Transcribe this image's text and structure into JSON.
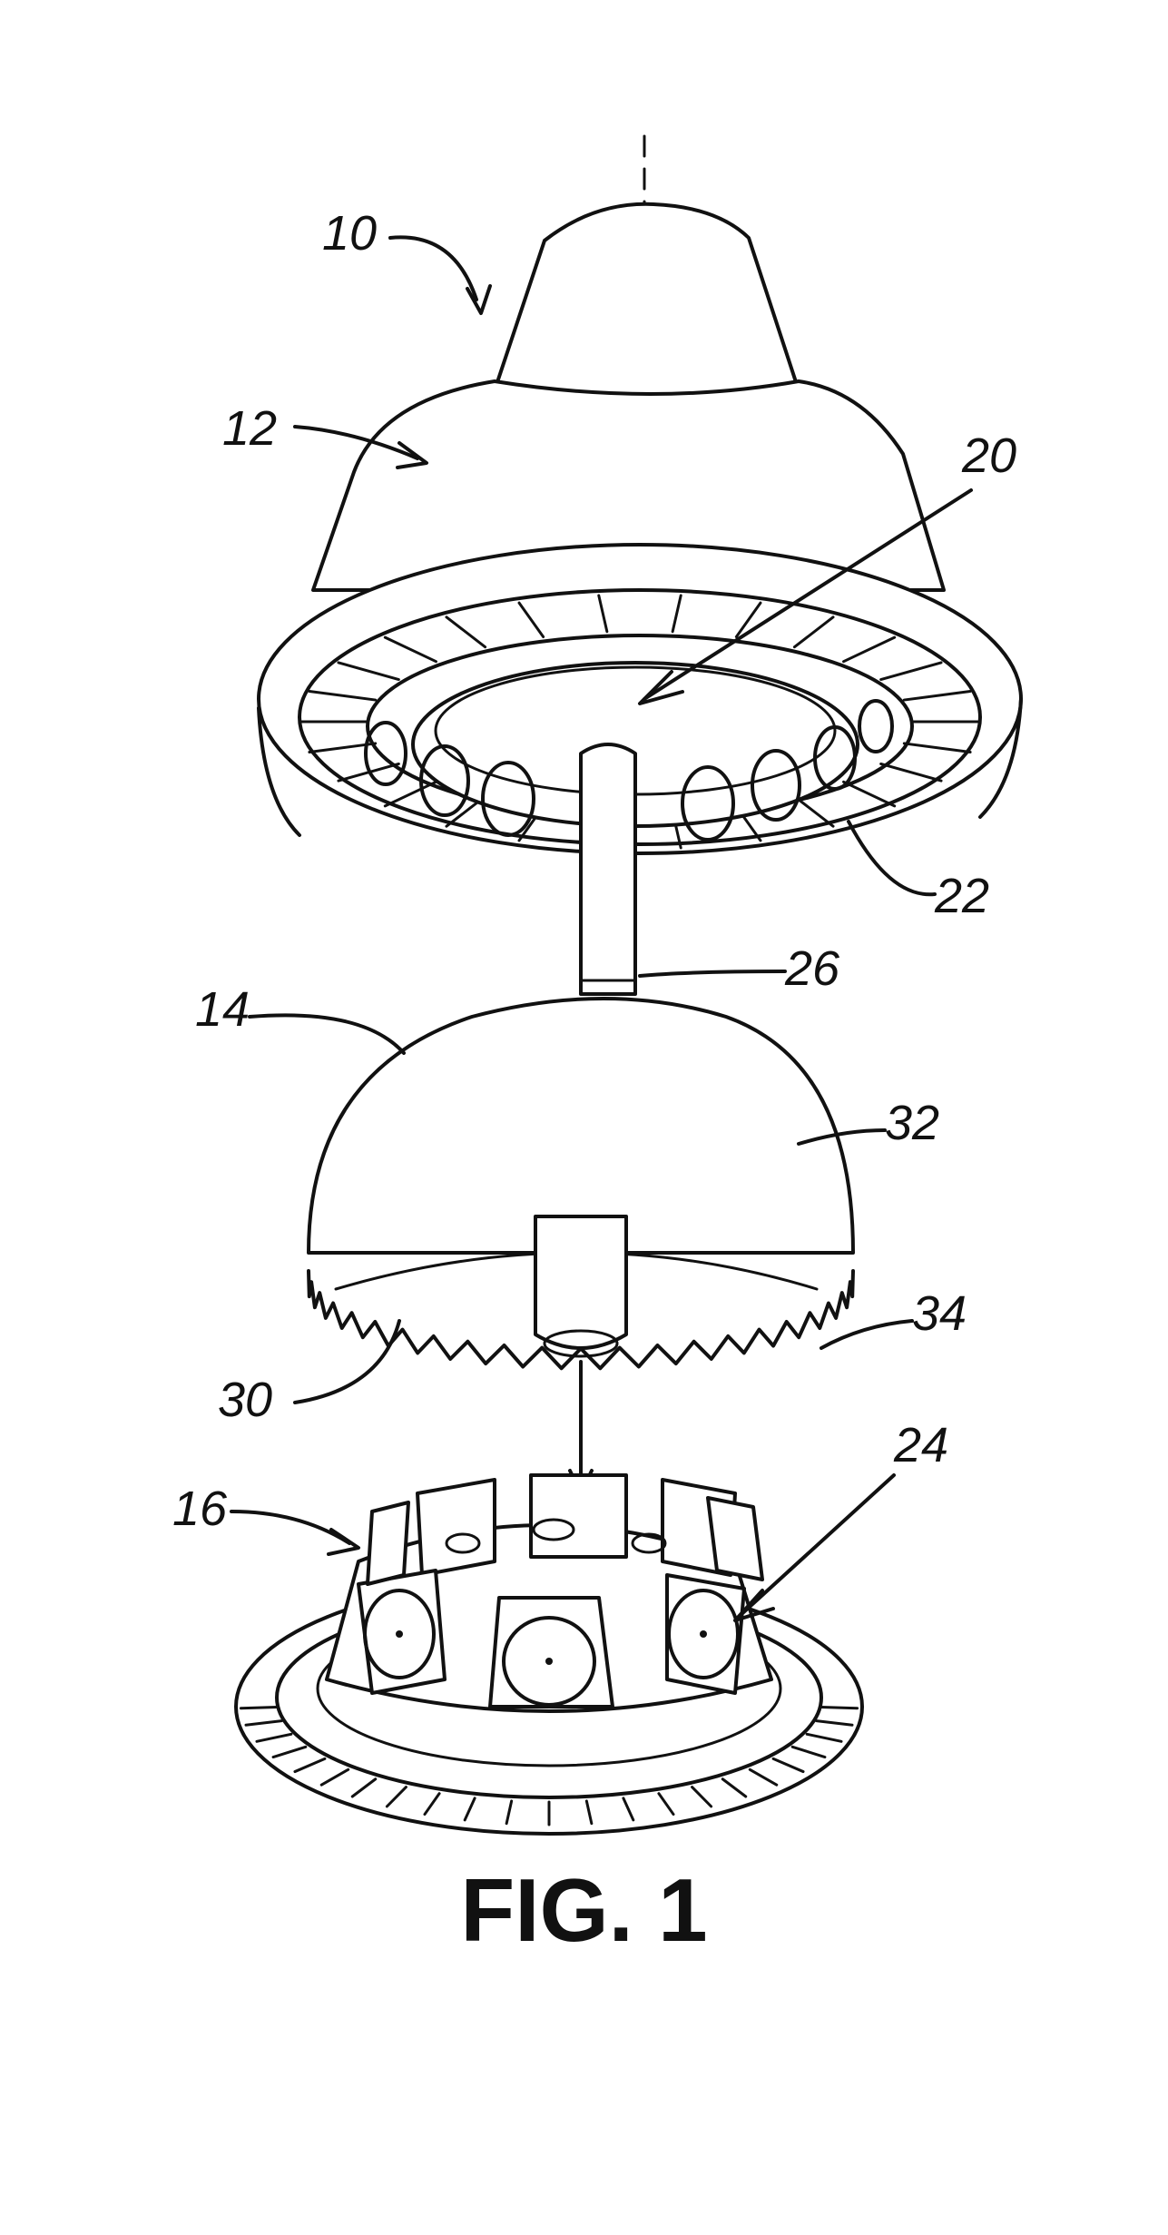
{
  "figure": {
    "caption": "FIG. 1",
    "colors": {
      "ink": "#111111",
      "paper": "#ffffff"
    },
    "reference_numerals": {
      "r10": "10",
      "r12": "12",
      "r14": "14",
      "r16": "16",
      "r20": "20",
      "r22": "22",
      "r24": "24",
      "r26": "26",
      "r30": "30",
      "r32": "32",
      "r34": "34"
    }
  }
}
